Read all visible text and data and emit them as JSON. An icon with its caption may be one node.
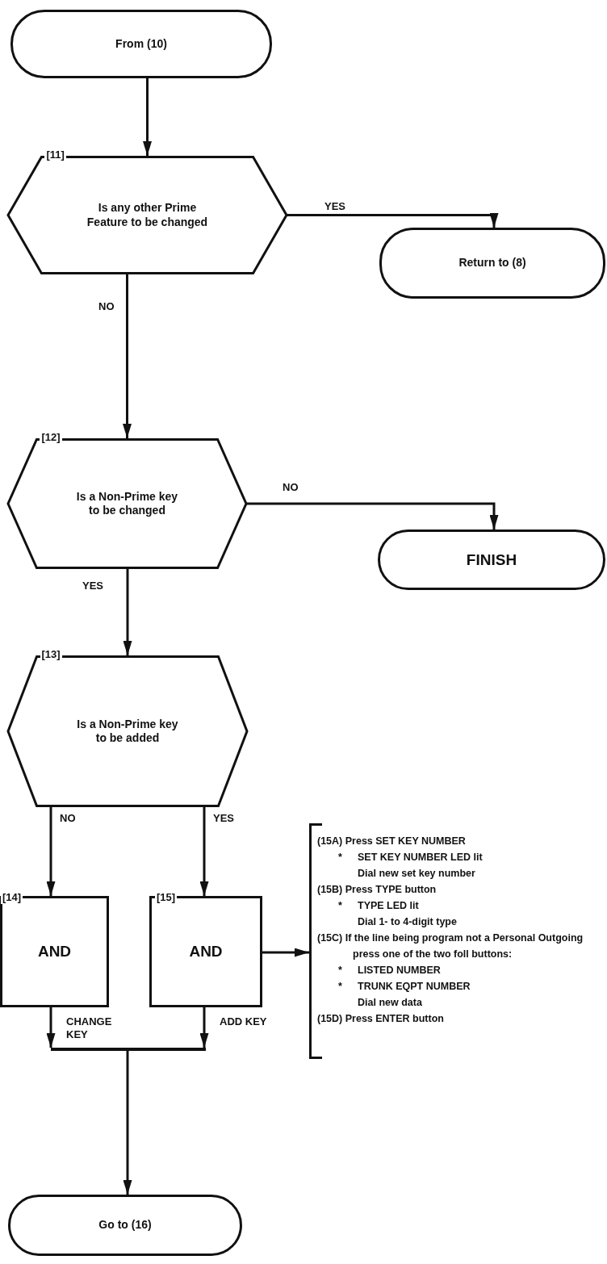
{
  "diagram": {
    "nodes": [
      {
        "text": [
          "From (10)"
        ]
      },
      {
        "text": [
          "[11]",
          "Is any other Prime Feature to be changed"
        ]
      },
      {
        "text": [
          "Return to (8)"
        ]
      },
      {
        "text": [
          "[12]",
          "Is a Non-Prime key to be changed"
        ]
      },
      {
        "text": [
          "FINISH"
        ]
      },
      {
        "text": [
          "[13]",
          "Is a Non-Prime key to be added"
        ]
      },
      {
        "text": [
          "[14]",
          "AND"
        ]
      },
      {
        "text": [
          "[15]",
          "AND"
        ]
      },
      {
        "text": [
          "(15A) Press SET KEY NUMBER",
          "*",
          "SET KEY NUMBER LED lit",
          "Dial new set key number",
          "(15B) Press TYPE button",
          "*",
          "TYPE LED lit",
          "Dial 1- to 4-digit type",
          "(15C) If the line being program not a Personal Outgoing press one of the two foll buttons:",
          "*",
          "LISTED NUMBER",
          "*",
          "TRUNK EQPT NUMBER",
          "Dial new data",
          "(15D) Press ENTER button"
        ]
      },
      {
        "text": [],
        "shape": "bar"
      },
      {
        "text": [
          "Go to (16)"
        ]
      }
    ],
    "edges": [
      {
        "from": 0,
        "to": 1,
        "arrow": "to"
      },
      {
        "from": 1,
        "to": 2,
        "arrow": "to",
        "label": "YES"
      },
      {
        "from": 1,
        "to": 3,
        "arrow": "to",
        "label": "NO"
      },
      {
        "from": 3,
        "to": 4,
        "arrow": "to",
        "label": "NO"
      },
      {
        "from": 3,
        "to": 5,
        "arrow": "to",
        "label": "YES"
      },
      {
        "from": 5,
        "to": 6,
        "arrow": "to",
        "label": "NO"
      },
      {
        "from": 5,
        "to": 7,
        "arrow": "to",
        "label": "YES"
      },
      {
        "from": 7,
        "to": 8,
        "arrow": "to"
      },
      {
        "from": 6,
        "to": 9,
        "arrow": "to",
        "label": "CHANGE KEY"
      },
      {
        "from": 7,
        "to": 9,
        "arrow": "to",
        "label": "ADD KEY"
      },
      {
        "from": 9,
        "to": 10,
        "arrow": "to"
      }
    ]
  }
}
